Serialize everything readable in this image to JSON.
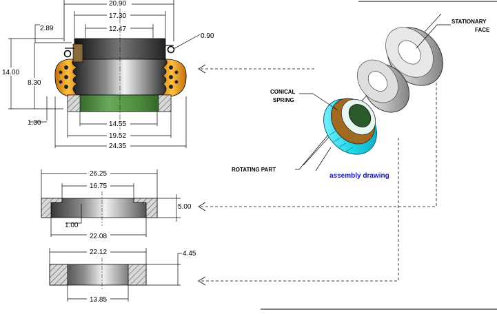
{
  "drawing": {
    "colors": {
      "background": "#ffffff",
      "line": "#000000",
      "dim_line": "#000000",
      "seal_orange": "#f0a020",
      "seat_green": "#4e8a3e",
      "rotating_cyan": "#33e0ee",
      "caption_blue": "#1010e0",
      "metal_dark": "#333333",
      "metal_light": "#e6e6e6"
    },
    "top_view": {
      "dims": {
        "d1": "20.90",
        "d2": "17.30",
        "d3": "12.47",
        "d4": "2.89",
        "d5": "0.90",
        "d6": "14.00",
        "d7": "8.30",
        "d8": "1.30",
        "d9": "14.55",
        "d10": "19.52",
        "d11": "24.35"
      }
    },
    "middle_view": {
      "dims": {
        "d1": "26.25",
        "d2": "16.75",
        "d3": "5.00",
        "d4": "1.00",
        "d5": "22.08"
      }
    },
    "bottom_view": {
      "dims": {
        "d1": "22.12",
        "d2": "4.45",
        "d3": "13.85"
      }
    },
    "assembly": {
      "labels": {
        "stationary_1": "STATIONARY",
        "stationary_2": "FACE",
        "conical_1": "CONICAL",
        "conical_2": "SPRING",
        "rotating": "ROTATING PART"
      },
      "caption": "assembly drawing"
    }
  }
}
